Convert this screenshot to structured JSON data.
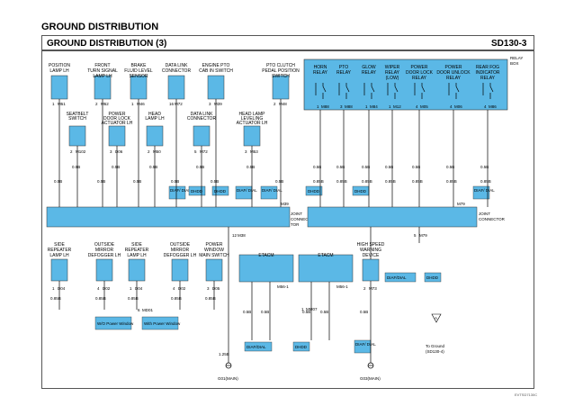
{
  "header": {
    "page_title": "GROUND DISTRIBUTION",
    "bar_title": "GROUND DISTRIBUTION (3)",
    "page_code": "SD130-3",
    "footer_code": "EVTSD7130C"
  },
  "relay_box": {
    "label_1": "RELAY",
    "label_2": "BOX"
  },
  "top_components": [
    {
      "l1": "POSITION",
      "l2": "LAMP LH",
      "l3": "",
      "conn": "M51",
      "pin": "1"
    },
    {
      "l1": "FRONT",
      "l2": "TURN SIGNAL",
      "l3": "LAMP LH",
      "conn": "M52",
      "pin": "2"
    },
    {
      "l1": "BRAKE",
      "l2": "FLUID LEVEL",
      "l3": "SENSOR",
      "conn": "M46",
      "pin": "1"
    },
    {
      "l1": "DATA LINK",
      "l2": "CONNECTOR",
      "l3": "",
      "conn": "M72",
      "pin": "16"
    },
    {
      "l1": "ENGINE PTO",
      "l2": "CAB IN SWITCH",
      "l3": "",
      "conn": "M39",
      "pin": "3"
    },
    {
      "l1": "PTO CLUTCH",
      "l2": "PEDAL POSITION",
      "l3": "SWITCH",
      "conn": "M48",
      "pin": "2"
    }
  ],
  "mid_components": [
    {
      "l1": "SEATBELT",
      "l2": "SWITCH",
      "l3": "",
      "conn": "M102",
      "pin": "2"
    },
    {
      "l1": "POWER",
      "l2": "DOOR LOCK",
      "l3": "ACTUATOR LH",
      "conn": "D06",
      "pin": "3"
    },
    {
      "l1": "HEAD",
      "l2": "LAMP LH",
      "l3": "",
      "conn": "M50",
      "pin": "2"
    },
    {
      "l1": "DATA LINK",
      "l2": "CONNECTOR",
      "l3": "",
      "conn": "M72",
      "pin": "5"
    },
    {
      "l1": "HEAD LAMP",
      "l2": "LEVELING",
      "l3": "ACTUATOR LH",
      "conn": "M53",
      "pin": "3"
    }
  ],
  "relays": [
    {
      "l1": "HORN",
      "l2": "RELAY",
      "conn": "M88",
      "pin": "1"
    },
    {
      "l1": "PTO",
      "l2": "RELAY",
      "conn": "M88",
      "pin": "3"
    },
    {
      "l1": "GLOW",
      "l2": "RELAY",
      "conn": "M84",
      "pin": "1"
    },
    {
      "l1": "WIPER",
      "l2": "RELAY",
      "l3": "(LOW)",
      "conn": "M12",
      "pin": "1"
    },
    {
      "l1": "POWER",
      "l2": "DOOR LOCK",
      "l3": "RELAY",
      "conn": "M05",
      "pin": "4"
    },
    {
      "l1": "POWER",
      "l2": "DOOR UNLOCK",
      "l3": "RELAY",
      "conn": "M06",
      "pin": "4"
    },
    {
      "l1": "REAR FOG",
      "l2": "INDICATOR",
      "l3": "RELAY",
      "conn": "M86",
      "pin": "4"
    }
  ],
  "bottom_components": [
    {
      "l1": "SIDE",
      "l2": "REPEATER",
      "l3": "LAMP LH",
      "conn": "D04",
      "pin": "1"
    },
    {
      "l1": "OUTSIDE",
      "l2": "MIRROR",
      "l3": "DEFOGGER LH",
      "conn": "D02",
      "pin": "4"
    },
    {
      "l1": "SIDE",
      "l2": "REPEATER",
      "l3": "LAMP LH",
      "conn": "D04",
      "pin": "1"
    },
    {
      "l1": "OUTSIDE",
      "l2": "MIRROR",
      "l3": "DEFOGGER LH",
      "conn": "D02",
      "pin": "4"
    },
    {
      "l1": "POWER",
      "l2": "WINDOW",
      "l3": "MAIN SWITCH",
      "conn": "D05",
      "pin": "3"
    }
  ],
  "etacm": [
    {
      "label": "ETACM",
      "conn": "M56-1"
    },
    {
      "label": "ETACM",
      "conn": "M56-1"
    }
  ],
  "warning_device": {
    "l1": "HIGH SPEED",
    "l2": "WARNING",
    "l3": "DEVICE",
    "conn": "M73",
    "pin": "2"
  },
  "joint_connectors": {
    "left": {
      "l1": "JOINT",
      "l2": "CONNEC-",
      "l3": "TOR",
      "conn": "M38",
      "top_conn": "M39",
      "bottom_pin": "12"
    },
    "right": {
      "l1": "JOINT",
      "l2": "CONNECTOR",
      "conn": "M79",
      "bottom_pin": "5"
    }
  },
  "wires": {
    "w05B": "0.5B",
    "w085B": "0.85B",
    "w125B": "1.25B",
    "sheet_ref_1": "To Ground",
    "sheet_ref_2": "(SD130-4)"
  },
  "tags": {
    "diaf_dial": "DIAF/ DIAL",
    "dhdd": "DHDD",
    "diaf_dial_long": "DIAF/DIAL",
    "wo_power_window": "W/O Power Window",
    "with_power_window": "With Power Window",
    "ref_a": "A"
  },
  "grounds": [
    {
      "label": "G01(MAIN)",
      "conn": "MD01",
      "pin": "6"
    },
    {
      "label": "G03(MAIN)",
      "conn": "MM07",
      "pin": "1"
    }
  ],
  "colors": {
    "component": "#5bb8e6",
    "wire": "#000000",
    "frame": "#555555"
  }
}
